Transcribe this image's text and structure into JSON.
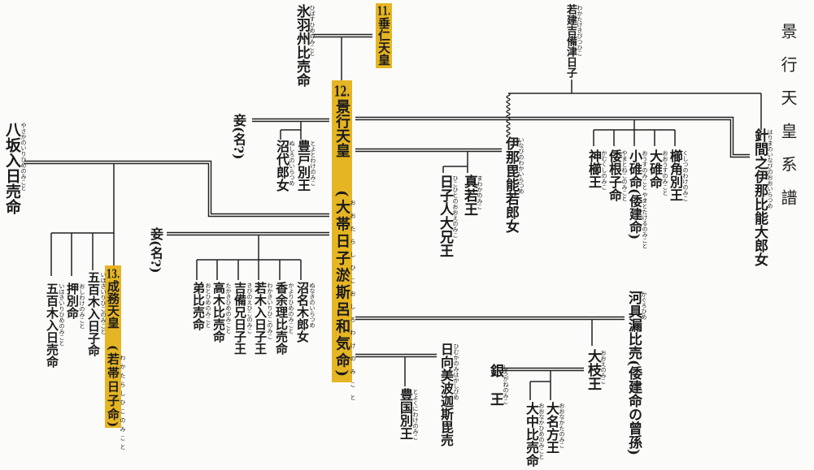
{
  "title": "景行天皇系譜",
  "highlight_color": "#e6b523",
  "people": {
    "hibasu": {
      "name": "氷羽州比売命",
      "ruby": "ひばすひめのみこと"
    },
    "suinin": {
      "num": "11.",
      "name": "垂仁天皇"
    },
    "wakatake": {
      "name": "若建吉備津日子",
      "ruby": "わかたけきびつひこ"
    },
    "keiko": {
      "num": "12.",
      "name": "景行天皇",
      "alias": "(大帯日子淤斯呂和気命)",
      "ruby": "おおたらしひこおしろわけのみこと"
    },
    "mekake1": {
      "name": "妾(名?)"
    },
    "toyoto": {
      "name": "豊戸別王",
      "ruby": "とよとわけのみこ"
    },
    "nushiro": {
      "name": "沼代郎女",
      "ruby": "ぬしろのいらつめ"
    },
    "inabi_waka": {
      "name": "伊那毘能若郎女",
      "ruby": "いなびのわかいらつめ"
    },
    "mawaka": {
      "name": "真若王",
      "ruby": "まわかのみこ"
    },
    "hikohito": {
      "name": "日子人大兄王",
      "ruby": "ひこひとのおおえのみこ"
    },
    "harima": {
      "name": "針間之伊那比能大郎女",
      "ruby": "はりまのいなびのおおいらつめ"
    },
    "kamikushi": {
      "name": "神櫛王",
      "ruby": "かむくしのみこ"
    },
    "yamatoneko": {
      "name": "倭根子命",
      "ruby": "やまとねこのみこと"
    },
    "ousu": {
      "name": "小碓命(倭建命)",
      "ruby": "おうすのみこと やまとたけるのみこと"
    },
    "oousu": {
      "name": "大碓命",
      "ruby": "おおうすのみこと"
    },
    "kushitsuno": {
      "name": "櫛角別王",
      "ruby": "くしつのわけのみこ"
    },
    "yasaka": {
      "name": "八坂入日売命",
      "ruby": "やさかのいりひめのみこと"
    },
    "iokiirihime": {
      "name": "五百木入日売命",
      "ruby": "いほきいりひめのみこと"
    },
    "oshiwake": {
      "name": "押別命",
      "ruby": "おしわけのみこと"
    },
    "iokiirihiko": {
      "name": "五百木入日子命",
      "ruby": "いほきいりひこのみこと"
    },
    "seimu": {
      "num": "13.",
      "name": "成務天皇",
      "alias": "(若帯日子命)",
      "ruby": "わかたらしひこのみこと"
    },
    "mekake2": {
      "name": "妾(名?)"
    },
    "otohime": {
      "name": "弟比売命",
      "ruby": "おとひめのみこと"
    },
    "takaki": {
      "name": "高木比売命",
      "ruby": "たかきひめのみこと"
    },
    "kibinoe": {
      "name": "吉備兄日子王",
      "ruby": "きびのえひこのみこ"
    },
    "wakakiiri": {
      "name": "若木入日子王",
      "ruby": "わかきいりひこのみこ"
    },
    "kayori": {
      "name": "香余理比売命",
      "ruby": "かよりひめのみこと"
    },
    "nunaki": {
      "name": "沼名木郎女",
      "ruby": "ぬなきのいらつめ"
    },
    "kaguro": {
      "name": "河具漏比売(倭建命の曾孫)",
      "ruby": "かぐろひめ"
    },
    "oe": {
      "name": "大枝王",
      "ruby": "おおえのみこ"
    },
    "shirogane": {
      "name": "銀王",
      "ruby": "しろがねのみこ"
    },
    "onakata": {
      "name": "大名方王",
      "ruby": "おおなかたのみこ"
    },
    "onakahime": {
      "name": "大中比売命",
      "ruby": "おおなかひめのみこと"
    },
    "himuka": {
      "name": "日向美波迦斯毘売",
      "ruby": "ひむかのみはかしびめ"
    },
    "toyokuni": {
      "name": "豊国別王",
      "ruby": "とよくにわけのみこ"
    }
  }
}
